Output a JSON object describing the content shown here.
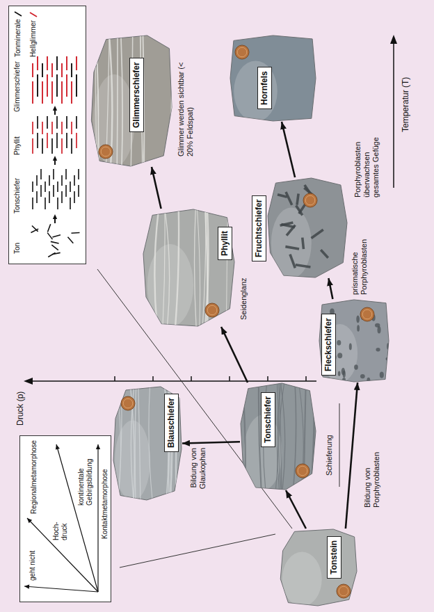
{
  "diagram": {
    "nodes": [
      {
        "text": [
          "Tonstein"
        ]
      },
      {
        "text": [
          "Tonschiefer"
        ]
      },
      {
        "text": [
          "Blauschiefer"
        ]
      },
      {
        "text": [
          "Phyllit"
        ]
      },
      {
        "text": [
          "Glimmerschiefer"
        ]
      },
      {
        "text": [
          "Fleckschiefer"
        ]
      },
      {
        "text": [
          "Fruchtschiefer"
        ]
      },
      {
        "text": [
          "Hornfels"
        ]
      },
      {
        "text": [
          "geht nicht",
          "Regionalmetamorphose",
          "Hoch- druck",
          "kontinentale Gebirgsbildung",
          "Kontaktmetamorphose"
        ]
      },
      {
        "text": [
          "Ton",
          "Tonschiefer",
          "Phyllit",
          "Glimmerschiefer"
        ]
      }
    ],
    "edges": [
      {
        "from": 0,
        "to": 1,
        "arrow": "to"
      },
      {
        "from": 1,
        "to": 2,
        "arrow": "to",
        "label": "Bildung von Glaukophan"
      },
      {
        "from": 1,
        "to": 3,
        "arrow": "to",
        "label": "Seidenglanz"
      },
      {
        "from": 3,
        "to": 4,
        "arrow": "to",
        "label": "Glimmer werden sichtbar (< 20% Feldspat)"
      },
      {
        "from": 0,
        "to": 5,
        "arrow": "to",
        "label": "Bildung von Porphyroblasten"
      },
      {
        "from": 5,
        "to": 6,
        "arrow": "to",
        "label": "prismatische Porphyroblasten"
      },
      {
        "from": 6,
        "to": 7,
        "arrow": "to",
        "label": "Porphyroblasten überwachsen gesamtes Gefüge"
      }
    ],
    "labels": [
      "Druck (p)",
      "Temperatur (T)",
      "Schieferung"
    ],
    "legend": [
      {
        "text": "Tonminerale"
      },
      {
        "text": "Hellglimmer"
      }
    ]
  }
}
